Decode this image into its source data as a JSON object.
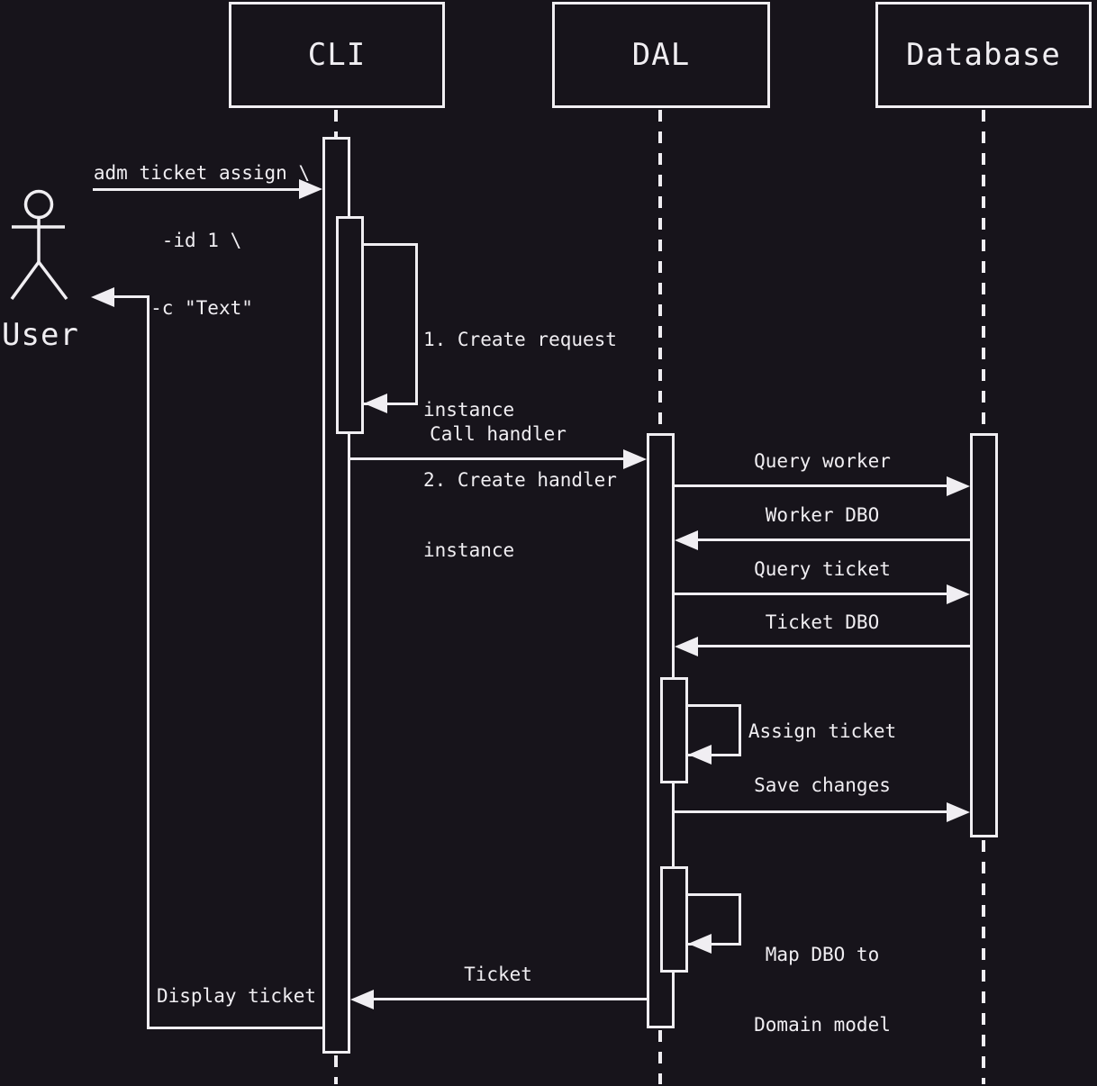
{
  "colors": {
    "background": "#17141b",
    "line": "#f0eef2"
  },
  "participants": [
    {
      "label": "CLI"
    },
    {
      "label": "DAL"
    },
    {
      "label": "Database"
    }
  ],
  "actor": {
    "label": "User"
  },
  "messages": {
    "user_command": {
      "line1": "adm ticket assign \\",
      "line2": "-id 1 \\",
      "line3": "-c \"Text\""
    },
    "cli_self_note": {
      "line1": "1. Create request",
      "line2": "instance",
      "line3": "2. Create handler",
      "line4": "instance"
    },
    "call_handler": {
      "label": "Call handler"
    },
    "query_worker": {
      "label": "Query worker"
    },
    "worker_dbo": {
      "label": "Worker DBO"
    },
    "query_ticket": {
      "label": "Query ticket"
    },
    "ticket_dbo": {
      "label": "Ticket DBO"
    },
    "assign_ticket": {
      "label": "Assign ticket"
    },
    "save_changes": {
      "label": "Save changes"
    },
    "map_dbo": {
      "line1": "Map DBO to",
      "line2": "Domain model"
    },
    "ticket": {
      "label": "Ticket"
    },
    "display_ticket": {
      "label": "Display ticket"
    }
  }
}
